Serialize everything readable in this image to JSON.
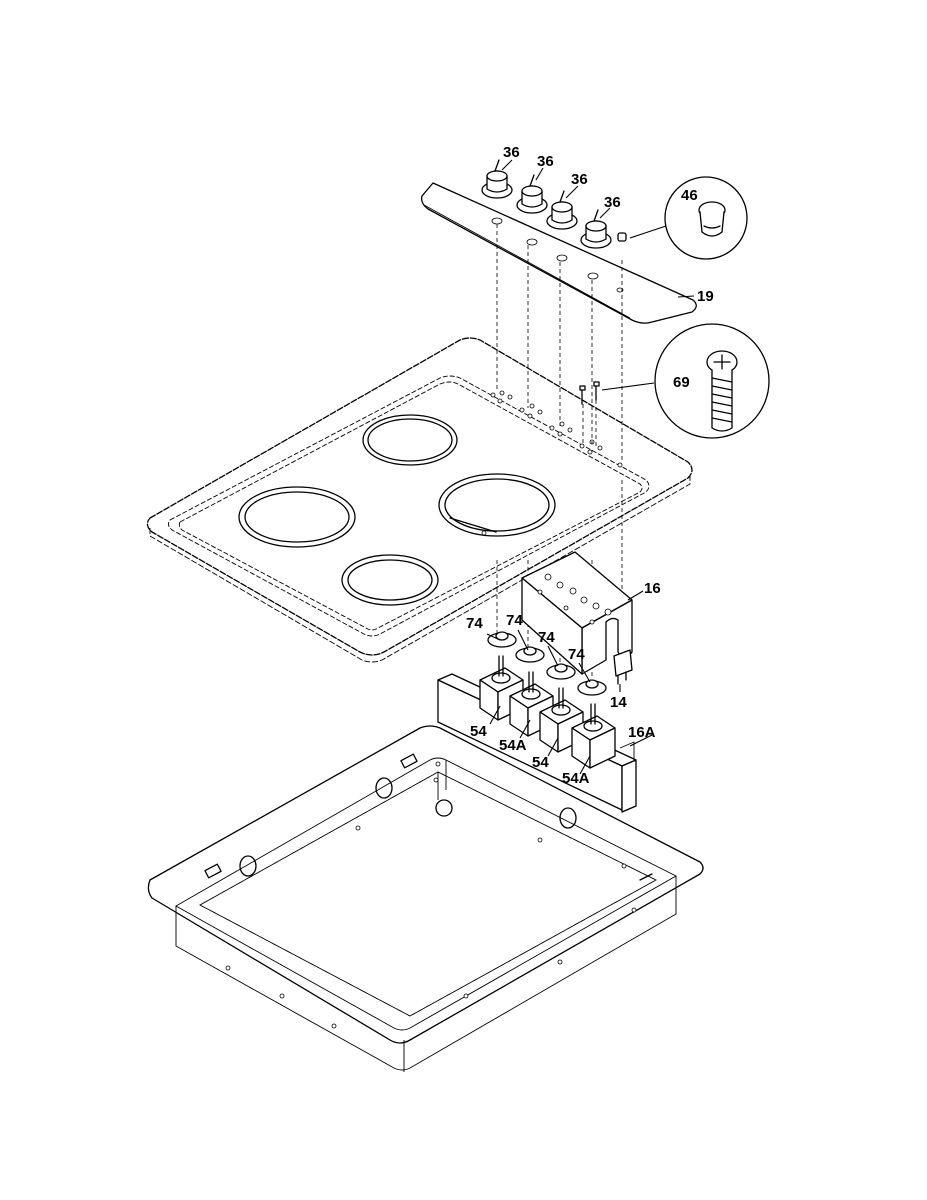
{
  "labels": {
    "knob": "36",
    "plug_button": "46",
    "control_panel": "19",
    "screw": "69",
    "bracket": "16",
    "bracket_lower": "16A",
    "trim_ring": "74",
    "switch": "54",
    "switch_alt": "54A",
    "indicator_light": "14"
  }
}
